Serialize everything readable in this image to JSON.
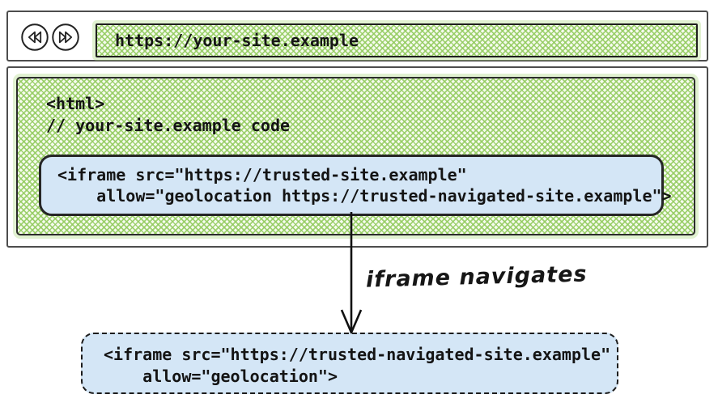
{
  "browser_window": {
    "nav": {
      "back_icon": "rewind-double-arrow",
      "forward_icon": "fast-forward-double-arrow"
    },
    "url_bar": {
      "url": "https://your-site.example"
    }
  },
  "page": {
    "code_line1": "<html>",
    "code_line2": "// your-site.example code",
    "iframe_embed": {
      "line1": "<iframe src=\"https://trusted-site.example\"",
      "line2": "    allow=\"geolocation https://trusted-navigated-site.example\">"
    }
  },
  "navigation_flow": {
    "arrow_label": "iframe navigates",
    "navigated_iframe": {
      "line1": "<iframe src=\"https://trusted-navigated-site.example\"",
      "line2": "    allow=\"geolocation\">"
    }
  },
  "colors": {
    "hatch_green": "#92cb5e",
    "embed_box_blue": "#d4e6f6",
    "ink": "#1c1c1c",
    "window_border": "#4d4d4d"
  }
}
